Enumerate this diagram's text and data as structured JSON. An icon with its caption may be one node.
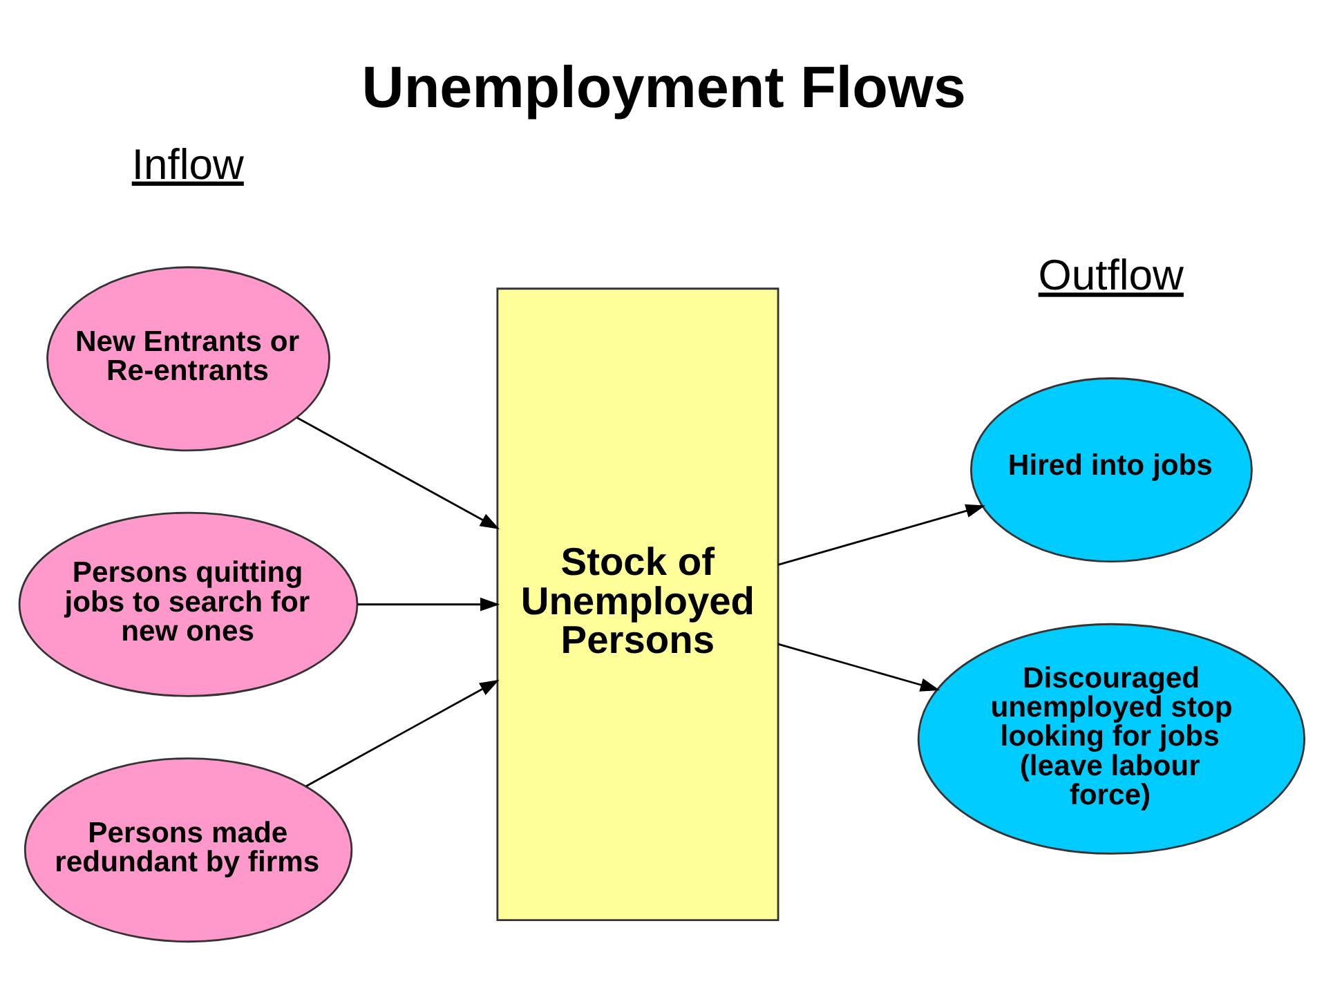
{
  "diagram": {
    "title": "Unemployment Flows",
    "nodes": [
      {
        "text": [
          "New Entrants or Re-entrants"
        ]
      },
      {
        "text": [
          "Persons quitting jobs to search for new ones"
        ]
      },
      {
        "text": [
          "Persons made redundant by firms"
        ]
      },
      {
        "text": [
          "Stock of Unemployed Persons"
        ]
      },
      {
        "text": [
          "Hired into jobs"
        ]
      },
      {
        "text": [
          "Discouraged unemployed stop looking for jobs (leave labour force)"
        ]
      }
    ],
    "edges": [
      {
        "from": 0,
        "to": 3,
        "arrow": "to"
      },
      {
        "from": 1,
        "to": 3,
        "arrow": "to"
      },
      {
        "from": 2,
        "to": 3,
        "arrow": "to"
      },
      {
        "from": 3,
        "to": 4,
        "arrow": "to"
      },
      {
        "from": 3,
        "to": 5,
        "arrow": "to"
      }
    ],
    "labels": [
      "Inflow",
      "Outflow"
    ]
  }
}
